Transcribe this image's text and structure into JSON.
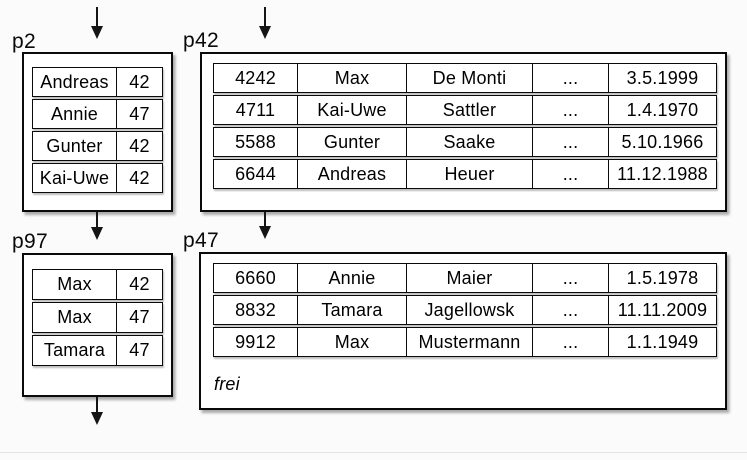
{
  "colors": {
    "background": "#fbfbfb",
    "page_fill": "#ffffff",
    "line": "#0a0a0a",
    "bottom_divider": "#e4e4e4"
  },
  "pages": {
    "p2": {
      "label": "p2",
      "rows": [
        [
          "Andreas",
          "42"
        ],
        [
          "Annie",
          "47"
        ],
        [
          "Gunter",
          "42"
        ],
        [
          "Kai-Uwe",
          "42"
        ]
      ]
    },
    "p42": {
      "label": "p42",
      "rows": [
        [
          "4242",
          "Max",
          "De Monti",
          "...",
          "3.5.1999"
        ],
        [
          "4711",
          "Kai-Uwe",
          "Sattler",
          "...",
          "1.4.1970"
        ],
        [
          "5588",
          "Gunter",
          "Saake",
          "...",
          "5.10.1966"
        ],
        [
          "6644",
          "Andreas",
          "Heuer",
          "...",
          "11.12.1988"
        ]
      ]
    },
    "p97": {
      "label": "p97",
      "rows": [
        [
          "Max",
          "42"
        ],
        [
          "Max",
          "47"
        ],
        [
          "Tamara",
          "47"
        ]
      ]
    },
    "p47": {
      "label": "p47",
      "rows": [
        [
          "6660",
          "Annie",
          "Maier",
          "...",
          "1.5.1978"
        ],
        [
          "8832",
          "Tamara",
          "Jagellowsk",
          "...",
          "11.11.2009"
        ],
        [
          "9912",
          "Max",
          "Mustermann",
          "...",
          "1.1.1949"
        ]
      ],
      "free_space_label": "frei"
    }
  }
}
